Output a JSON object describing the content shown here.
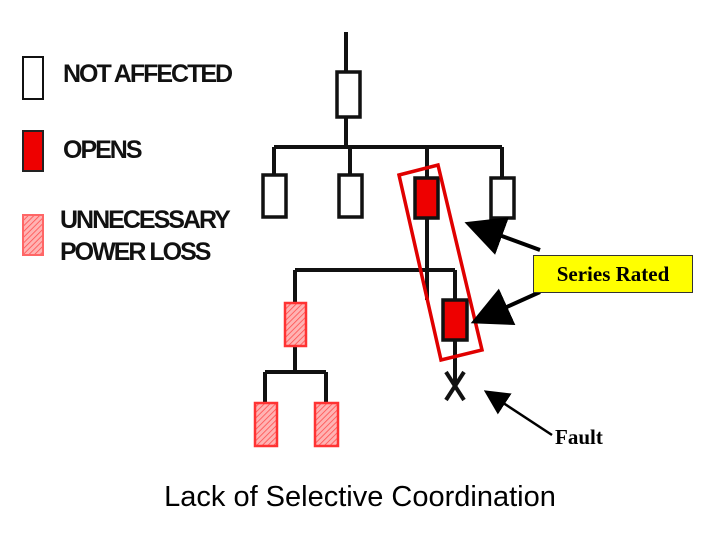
{
  "legend": {
    "not_affected": "NOT AFFECTED",
    "opens": "OPENS",
    "unnecessary_loss": "UNNECESSARY\nPOWER LOSS"
  },
  "callout": {
    "series_rated": "Series Rated"
  },
  "fault_label": "Fault",
  "caption": "Lack of Selective Coordination",
  "colors": {
    "opens_fill": "#ee0000",
    "loss_fill": "#ffaaaa",
    "loss_hatch": "#ff5555",
    "box_outline": "#e00000",
    "callout_fill": "#ffff00",
    "line": "#111111"
  },
  "icons": [
    "breaker-icon",
    "fault-x-icon",
    "arrow-icon"
  ]
}
